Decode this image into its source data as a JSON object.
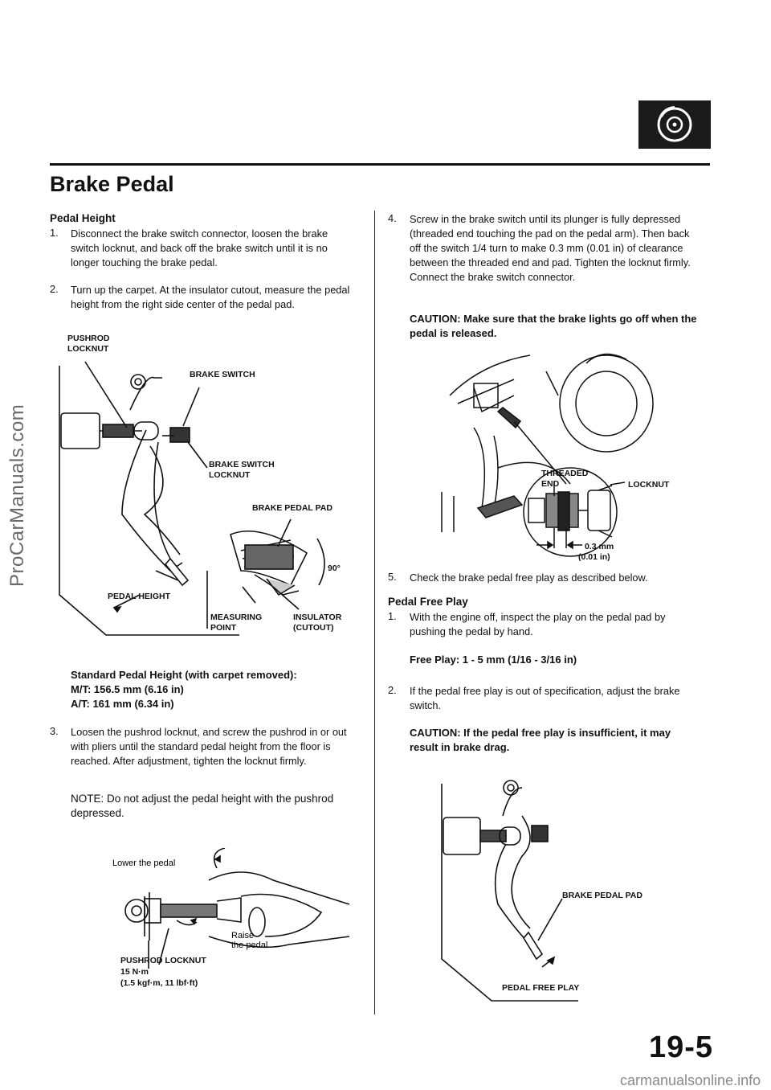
{
  "watermark_side": "ProCarManuals.com",
  "watermark_footer": "carmanualsonline.info",
  "page_number": "19-5",
  "title": "Brake Pedal",
  "section_icon": "brake-disc-icon",
  "left": {
    "heading": "Pedal Height",
    "step1_num": "1.",
    "step1": "Disconnect the brake switch connector, loosen the brake switch locknut, and back off the brake switch until it is no longer touching the brake pedal.",
    "step2_num": "2.",
    "step2": "Turn up the carpet. At the insulator cutout, measure the pedal height from the right side center of the pedal pad.",
    "fig1": {
      "pushrod_locknut": [
        "PUSHROD",
        "LOCKNUT"
      ],
      "brake_switch": "BRAKE SWITCH",
      "brake_switch_locknut": [
        "BRAKE SWITCH",
        "LOCKNUT"
      ],
      "brake_pedal_pad": "BRAKE PEDAL PAD",
      "angle": "90°",
      "pedal_height": "PEDAL HEIGHT",
      "measuring_point": [
        "MEASURING",
        "POINT"
      ],
      "insulator_cutout": [
        "INSULATOR",
        "(CUTOUT)"
      ]
    },
    "std_heading": "Standard Pedal Height (with carpet removed):",
    "std_mt": "M/T: 156.5 mm (6.16 in)",
    "std_at": "A/T: 161 mm (6.34 in)",
    "step3_num": "3.",
    "step3": "Loosen the pushrod locknut, and screw the pushrod in or out with pliers until the standard pedal height from the floor is reached. After adjustment, tighten the locknut firmly.",
    "note": "NOTE: Do not adjust the pedal height with the pushrod depressed.",
    "fig2": {
      "lower": "Lower the pedal",
      "raise": [
        "Raise",
        "the pedal"
      ],
      "locknut": "PUSHROD LOCKNUT",
      "torque1": "15 N·m",
      "torque2": "(1.5 kgf·m, 11 lbf·ft)"
    }
  },
  "right": {
    "step4_num": "4.",
    "step4": "Screw in the brake switch until its plunger is fully depressed (threaded end touching the pad on the pedal arm). Then back off the switch 1/4 turn to make 0.3 mm (0.01 in) of clearance between the threaded end and pad. Tighten the locknut firmly. Connect the brake switch connector.",
    "caution1": "CAUTION: Make sure that the brake lights go off when the pedal is released.",
    "fig3": {
      "threaded_end": [
        "THREADED",
        "END"
      ],
      "locknut": "LOCKNUT",
      "clearance": [
        "0.3 mm",
        "(0.01 in)"
      ]
    },
    "step5_num": "5.",
    "step5": "Check the brake pedal free play as described below.",
    "free_heading": "Pedal Free Play",
    "fp1_num": "1.",
    "fp1": "With the engine off, inspect the play on the pedal pad by pushing the pedal by hand.",
    "free_play_spec": "Free Play: 1 - 5 mm (1/16 - 3/16 in)",
    "fp2_num": "2.",
    "fp2": "If the pedal free play is out of specification, adjust the brake switch.",
    "caution2": "CAUTION: If the pedal free play is insufficient, it may result in brake drag.",
    "fig4": {
      "brake_pedal_pad": "BRAKE PEDAL PAD",
      "pedal_free_play": "PEDAL FREE PLAY"
    }
  }
}
